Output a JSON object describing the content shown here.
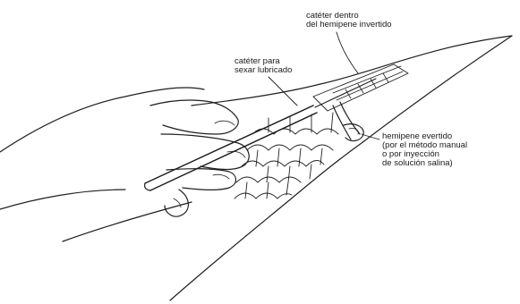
{
  "labels": {
    "catheter_inside": [
      "catéter dentro",
      "del hemipene invertido"
    ],
    "catheter_probe": [
      "catéter para",
      "sexar lubricado"
    ],
    "everted_hemipenis": [
      "hemipene evertido",
      "(por el método manual",
      "o por inyección",
      "de solución salina)"
    ]
  }
}
